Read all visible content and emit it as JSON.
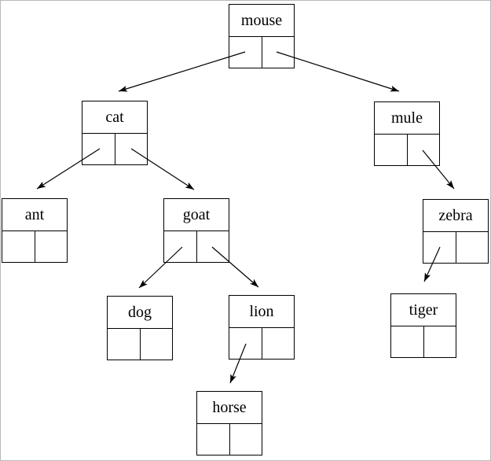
{
  "diagram": {
    "type": "binary-tree-node-diagram",
    "description": "Binary tree drawn with record-style nodes: a name field on top and left/right pointer cells below; arrows run from pointer cells to child nodes.",
    "colors": {
      "background": "#ffffff",
      "line": "#000000",
      "frame_border": "#b9b9b9"
    },
    "root": "mouse",
    "nodes": [
      {
        "id": "mouse",
        "label": "mouse",
        "left_child": "cat",
        "right_child": "mule"
      },
      {
        "id": "cat",
        "label": "cat",
        "left_child": "ant",
        "right_child": "goat"
      },
      {
        "id": "mule",
        "label": "mule",
        "left_child": null,
        "right_child": "zebra"
      },
      {
        "id": "ant",
        "label": "ant",
        "left_child": null,
        "right_child": null
      },
      {
        "id": "goat",
        "label": "goat",
        "left_child": "dog",
        "right_child": "lion"
      },
      {
        "id": "zebra",
        "label": "zebra",
        "left_child": "tiger",
        "right_child": null
      },
      {
        "id": "dog",
        "label": "dog",
        "left_child": null,
        "right_child": null
      },
      {
        "id": "lion",
        "label": "lion",
        "left_child": "horse",
        "right_child": null
      },
      {
        "id": "tiger",
        "label": "tiger",
        "left_child": null,
        "right_child": null
      },
      {
        "id": "horse",
        "label": "horse",
        "left_child": null,
        "right_child": null
      }
    ],
    "edges": [
      {
        "from": "mouse",
        "cell": "left",
        "to": "cat"
      },
      {
        "from": "mouse",
        "cell": "right",
        "to": "mule"
      },
      {
        "from": "cat",
        "cell": "left",
        "to": "ant"
      },
      {
        "from": "cat",
        "cell": "right",
        "to": "goat"
      },
      {
        "from": "mule",
        "cell": "right",
        "to": "zebra"
      },
      {
        "from": "goat",
        "cell": "left",
        "to": "dog"
      },
      {
        "from": "goat",
        "cell": "right",
        "to": "lion"
      },
      {
        "from": "zebra",
        "cell": "left",
        "to": "tiger"
      },
      {
        "from": "lion",
        "cell": "left",
        "to": "horse"
      }
    ]
  }
}
